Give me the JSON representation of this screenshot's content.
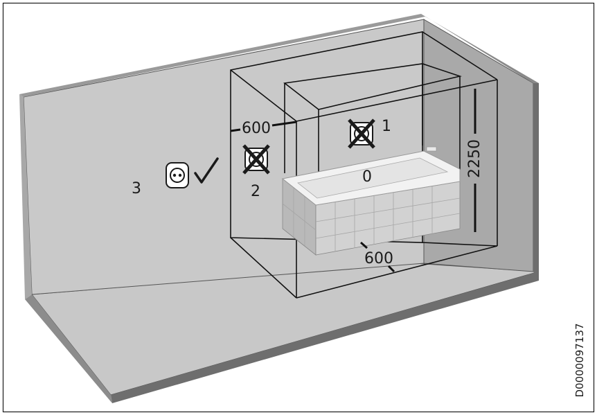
{
  "labels": {
    "zone_0": "0",
    "zone_1": "1",
    "zone_2": "2",
    "zone_3": "3",
    "dim_horizontal_top": "600",
    "dim_horizontal_bottom": "600",
    "dim_vertical": "2250"
  },
  "reference_code": "D0000097137",
  "icons": {
    "zone_1": "socket-prohibited-icon",
    "zone_2": "socket-prohibited-icon",
    "zone_3_socket": "socket-outlet-icon",
    "zone_3_check": "checkmark-icon"
  }
}
